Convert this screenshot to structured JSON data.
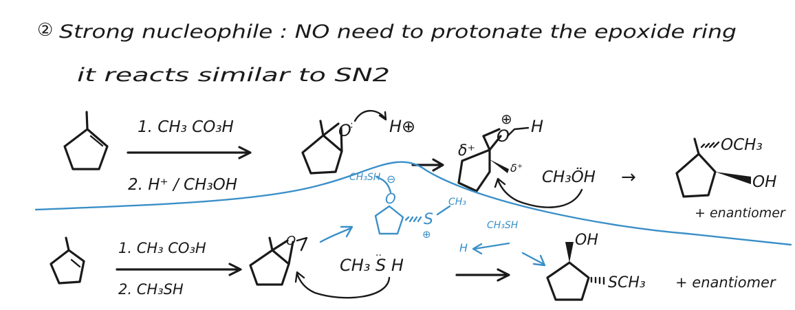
{
  "heading": {
    "number": "②",
    "line1": "Strong nucleophile :  NO need to protonate the epoxide ring",
    "line2": "it reacts  similar to SN2"
  },
  "top_route": {
    "reagent_1": "1. CH₃ CO₃H",
    "reagent_2": "2. H⁺ / CH₃OH",
    "epoxide_oxygen": "O",
    "proton": "H⊕",
    "protonated_oxygen": "O",
    "oxygen_charge": "⊕",
    "oxygen_hydrogen": "H",
    "delta_plus_left": "δ⁺",
    "delta_plus_right": "δ⁺",
    "nucleophile": "CH₃ÖH",
    "arrow": "→",
    "product_group_top": "OCH₃",
    "product_group_right": "OH",
    "product_note": "+ enantiomer"
  },
  "blue_notes": {
    "ch3sh_left": "CH₃SH",
    "oxide": "O",
    "oxide_charge": "⊖",
    "sulfur_group": "S",
    "sulfur_charge": "⊕",
    "methyl_tag": "CH₃",
    "hydrogen": "H",
    "ch3sh_right": "CH₃SH"
  },
  "bottom_route": {
    "reagent_1": "1. CH₃ CO₃H",
    "reagent_2": "2.  CH₃SH",
    "epoxide_oxygen": "O",
    "nucleophile": "CH₃ S H",
    "product_group_top": "OH",
    "product_group_right": "SCH₃",
    "product_note": "+ enantiomer"
  }
}
